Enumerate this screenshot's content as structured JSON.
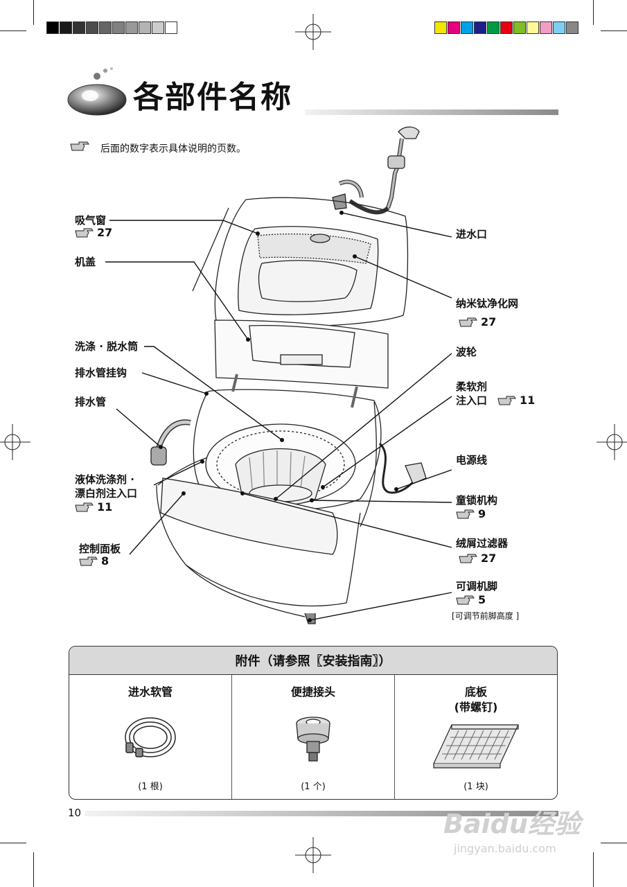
{
  "page": {
    "title": "各部件名称",
    "note": "后面的数字表示具体说明的页数。",
    "page_number": "10"
  },
  "labels": {
    "air_vent": "吸气窗",
    "air_vent_ref": "27",
    "lid": "机盖",
    "tub": "洗涤 · 脱水筒",
    "drain_hook": "排水管挂钩",
    "drain_hose": "排水管",
    "liquid_inlet_1": "液体洗涤剂 ·",
    "liquid_inlet_2": "漂白剂注入口",
    "liquid_inlet_ref": "11",
    "control_panel": "控制面板",
    "control_panel_ref": "8",
    "water_inlet": "进水口",
    "nano_filter": "纳米钛净化网",
    "nano_filter_ref": "27",
    "pulsator": "波轮",
    "softener_1": "柔软剂",
    "softener_2": "注入口",
    "softener_ref": "11",
    "power_cord": "电源线",
    "child_lock": "童锁机构",
    "child_lock_ref": "9",
    "lint_filter": "绒屑过滤器",
    "lint_filter_ref": "27",
    "feet": "可调机脚",
    "feet_ref": "5",
    "feet_note": "可调节前脚高度"
  },
  "accessories": {
    "heading": "附件（请参照〖安装指南〗）",
    "items": [
      {
        "name": "进水软管",
        "name2": "",
        "qty": "(1 根)"
      },
      {
        "name": "便捷接头",
        "name2": "",
        "qty": "(1 个)"
      },
      {
        "name": "底板",
        "name2": "(带螺钉)",
        "qty": "(1 块)"
      }
    ]
  },
  "watermark": {
    "line1": "Baidu经验",
    "line2": "jingyan.baidu.com"
  },
  "colors": {
    "calibration": [
      "#f3e600",
      "#e4007f",
      "#00a0e9",
      "#1d2088",
      "#009944",
      "#e60012",
      "#7fbe26",
      "#fff799",
      "#f19ec2",
      "#7ecef4",
      "#888888"
    ],
    "grays": [
      "#000000",
      "#1a1a1a",
      "#333333",
      "#4d4d4d",
      "#666666",
      "#808080",
      "#999999",
      "#b3b3b3",
      "#cccccc",
      "#ffffff"
    ]
  }
}
